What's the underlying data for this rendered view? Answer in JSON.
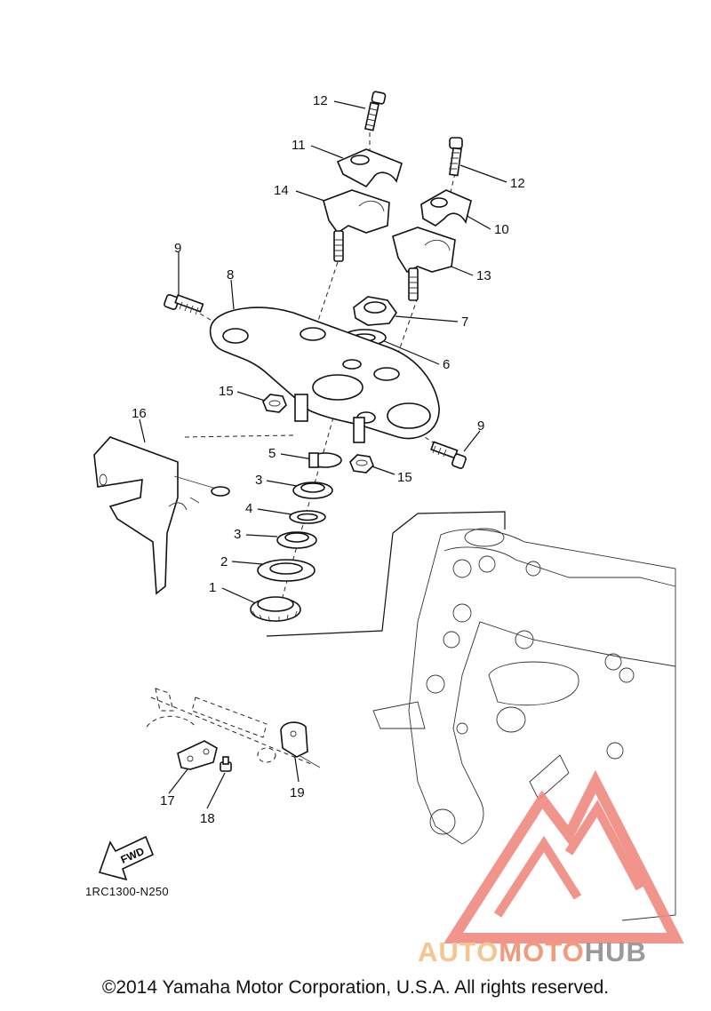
{
  "callouts": [
    {
      "id": "c12a",
      "label": "12"
    },
    {
      "id": "c11",
      "label": "11"
    },
    {
      "id": "c12b",
      "label": "12"
    },
    {
      "id": "c14",
      "label": "14"
    },
    {
      "id": "c10",
      "label": "10"
    },
    {
      "id": "c9a",
      "label": "9"
    },
    {
      "id": "c13",
      "label": "13"
    },
    {
      "id": "c8",
      "label": "8"
    },
    {
      "id": "c7",
      "label": "7"
    },
    {
      "id": "c6",
      "label": "6"
    },
    {
      "id": "c15a",
      "label": "15"
    },
    {
      "id": "c16",
      "label": "16"
    },
    {
      "id": "c9b",
      "label": "9"
    },
    {
      "id": "c5",
      "label": "5"
    },
    {
      "id": "c15b",
      "label": "15"
    },
    {
      "id": "c3a",
      "label": "3"
    },
    {
      "id": "c4",
      "label": "4"
    },
    {
      "id": "c3b",
      "label": "3"
    },
    {
      "id": "c2",
      "label": "2"
    },
    {
      "id": "c1",
      "label": "1"
    },
    {
      "id": "c17",
      "label": "17"
    },
    {
      "id": "c18",
      "label": "18"
    },
    {
      "id": "c19",
      "label": "19"
    }
  ],
  "fwd_label": "FWD",
  "diagram_code": "1RC1300-N250",
  "copyright": "©2014 Yamaha Motor Corporation, U.S.A. All rights reserved.",
  "watermark": {
    "part1": "AUTO",
    "part2": "MOTO",
    "part3": "HUB",
    "colors": {
      "auto": "#f4c58f",
      "moto": "#f29a7a",
      "hub": "#9a9a9a",
      "triangle": "#f08a80"
    }
  }
}
